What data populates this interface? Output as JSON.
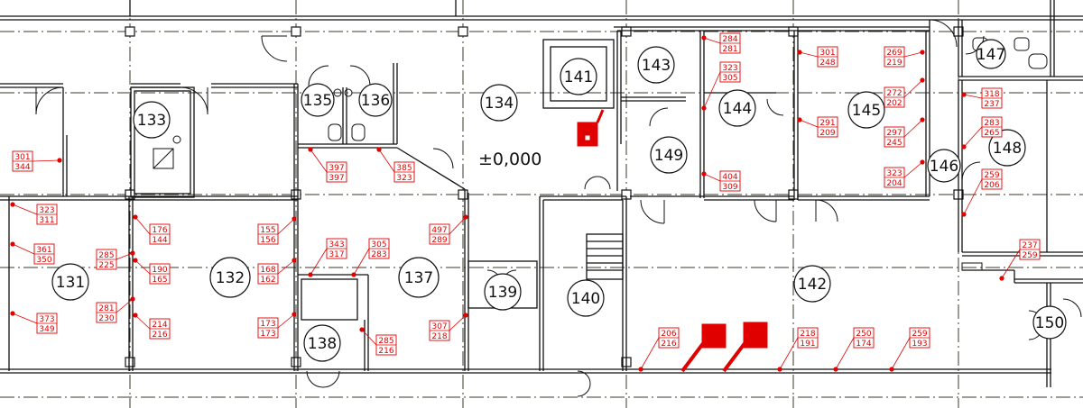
{
  "drawing": {
    "level_mark": "±0,000",
    "colors": {
      "wall": "#111111",
      "grid": "#3a3a2a",
      "marker": "#e00000",
      "background": "#ffffff"
    }
  },
  "rooms": [
    {
      "id": "131",
      "label": "131"
    },
    {
      "id": "132",
      "label": "132"
    },
    {
      "id": "133",
      "label": "133"
    },
    {
      "id": "134",
      "label": "134"
    },
    {
      "id": "135",
      "label": "135"
    },
    {
      "id": "136",
      "label": "136"
    },
    {
      "id": "137",
      "label": "137"
    },
    {
      "id": "138",
      "label": "138"
    },
    {
      "id": "139",
      "label": "139"
    },
    {
      "id": "140",
      "label": "140"
    },
    {
      "id": "141",
      "label": "141"
    },
    {
      "id": "142",
      "label": "142"
    },
    {
      "id": "143",
      "label": "143"
    },
    {
      "id": "144",
      "label": "144"
    },
    {
      "id": "145",
      "label": "145"
    },
    {
      "id": "146",
      "label": "146"
    },
    {
      "id": "147",
      "label": "147"
    },
    {
      "id": "148",
      "label": "148"
    },
    {
      "id": "149",
      "label": "149"
    },
    {
      "id": "150",
      "label": "150"
    }
  ],
  "tags": [
    {
      "id": "t01",
      "top": "301",
      "bottom": "344"
    },
    {
      "id": "t02",
      "top": "323",
      "bottom": "311"
    },
    {
      "id": "t03",
      "top": "361",
      "bottom": "350"
    },
    {
      "id": "t04",
      "top": "373",
      "bottom": "349"
    },
    {
      "id": "t05",
      "top": "176",
      "bottom": "144"
    },
    {
      "id": "t06",
      "top": "285",
      "bottom": "225"
    },
    {
      "id": "t07",
      "top": "190",
      "bottom": "165"
    },
    {
      "id": "t08",
      "top": "281",
      "bottom": "230"
    },
    {
      "id": "t09",
      "top": "214",
      "bottom": "216"
    },
    {
      "id": "t10",
      "top": "155",
      "bottom": "156"
    },
    {
      "id": "t11",
      "top": "168",
      "bottom": "162"
    },
    {
      "id": "t12",
      "top": "173",
      "bottom": "173"
    },
    {
      "id": "t13",
      "top": "343",
      "bottom": "317"
    },
    {
      "id": "t14",
      "top": "305",
      "bottom": "283"
    },
    {
      "id": "t15",
      "top": "285",
      "bottom": "216"
    },
    {
      "id": "t16",
      "top": "397",
      "bottom": "397"
    },
    {
      "id": "t17",
      "top": "385",
      "bottom": "323"
    },
    {
      "id": "t18",
      "top": "497",
      "bottom": "289"
    },
    {
      "id": "t19",
      "top": "307",
      "bottom": "218"
    },
    {
      "id": "t20",
      "top": "284",
      "bottom": "281"
    },
    {
      "id": "t21",
      "top": "323",
      "bottom": "305"
    },
    {
      "id": "t22",
      "top": "404",
      "bottom": "309"
    },
    {
      "id": "t23",
      "top": "301",
      "bottom": "248"
    },
    {
      "id": "t24",
      "top": "291",
      "bottom": "209"
    },
    {
      "id": "t25",
      "top": "269",
      "bottom": "219"
    },
    {
      "id": "t26",
      "top": "272",
      "bottom": "202"
    },
    {
      "id": "t27",
      "top": "297",
      "bottom": "245"
    },
    {
      "id": "t28",
      "top": "323",
      "bottom": "204"
    },
    {
      "id": "t29",
      "top": "318",
      "bottom": "237"
    },
    {
      "id": "t30",
      "top": "283",
      "bottom": "265"
    },
    {
      "id": "t31",
      "top": "259",
      "bottom": "206"
    },
    {
      "id": "t32",
      "top": "237",
      "bottom": "259"
    },
    {
      "id": "t33",
      "top": "206",
      "bottom": "216"
    },
    {
      "id": "t34",
      "top": "218",
      "bottom": "191"
    },
    {
      "id": "t35",
      "top": "250",
      "bottom": "174"
    },
    {
      "id": "t36",
      "top": "259",
      "bottom": "193"
    }
  ]
}
